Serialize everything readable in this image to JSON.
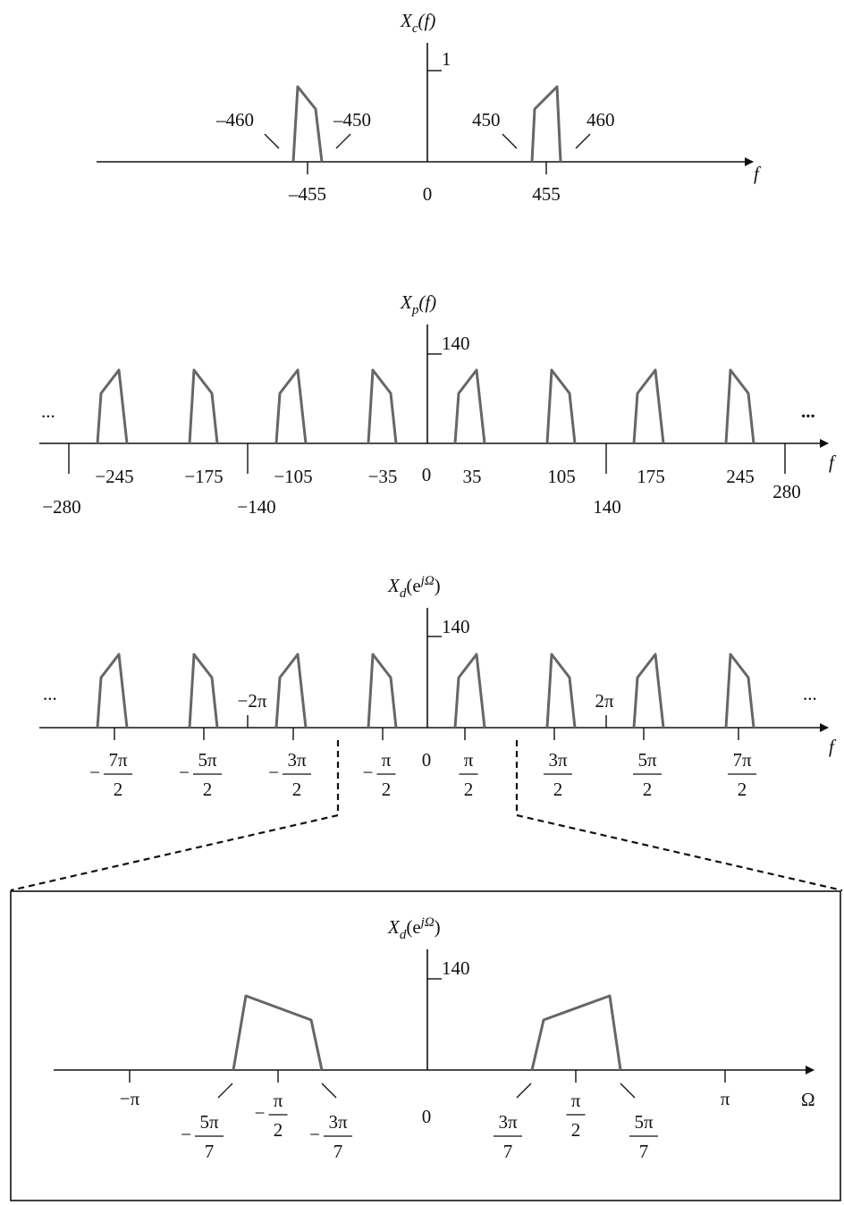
{
  "colors": {
    "ink": "#111111",
    "spectrum": "#666666"
  },
  "panel_xc": {
    "title": {
      "main": "X",
      "sub": "c",
      "arg": "(f)"
    },
    "amp_label": "1",
    "axis_var": "f",
    "ticks": [
      "–455",
      "0",
      "455"
    ],
    "edges": [
      "–460",
      "–450",
      "450",
      "460"
    ]
  },
  "panel_xp": {
    "title": {
      "main": "X",
      "sub": "p",
      "arg": "(f)"
    },
    "amp_label": "140",
    "axis_var": "f",
    "ellipsis_left": "...",
    "ellipsis_right": "...",
    "ticks": [
      "−245",
      "−175",
      "−105",
      "−35",
      "0",
      "35",
      "105",
      "175",
      "245"
    ],
    "lower_ticks": [
      "−280",
      "−140",
      "140",
      "280"
    ]
  },
  "panel_xd": {
    "title": {
      "main": "X",
      "sub": "d",
      "arg_open": "(e",
      "sup": "jΩ",
      "arg_close": ")"
    },
    "amp_label": "140",
    "axis_var": "f",
    "ellipsis_left": "...",
    "ellipsis_right": "...",
    "marks": [
      "−2π",
      "2π"
    ],
    "zero": "0",
    "fractions": [
      {
        "sign": "−",
        "num": "7π",
        "den": "2"
      },
      {
        "sign": "−",
        "num": "5π",
        "den": "2"
      },
      {
        "sign": "−",
        "num": "3π",
        "den": "2"
      },
      {
        "sign": "−",
        "num": "π",
        "den": "2"
      },
      {
        "sign": "",
        "num": "π",
        "den": "2"
      },
      {
        "sign": "",
        "num": "3π",
        "den": "2"
      },
      {
        "sign": "",
        "num": "5π",
        "den": "2"
      },
      {
        "sign": "",
        "num": "7π",
        "den": "2"
      }
    ]
  },
  "panel_zoom": {
    "title": {
      "main": "X",
      "sub": "d",
      "arg_open": "(e",
      "sup": "jΩ",
      "arg_close": ")"
    },
    "amp_label": "140",
    "axis_var": "Ω",
    "neg_pi": "−π",
    "pi": "π",
    "zero": "0",
    "fractions": [
      {
        "sign": "−",
        "num": "5π",
        "den": "7"
      },
      {
        "sign": "−",
        "num": "π",
        "den": "2"
      },
      {
        "sign": "−",
        "num": "3π",
        "den": "7"
      },
      {
        "sign": "",
        "num": "3π",
        "den": "7"
      },
      {
        "sign": "",
        "num": "π",
        "den": "2"
      },
      {
        "sign": "",
        "num": "5π",
        "den": "7"
      }
    ]
  }
}
